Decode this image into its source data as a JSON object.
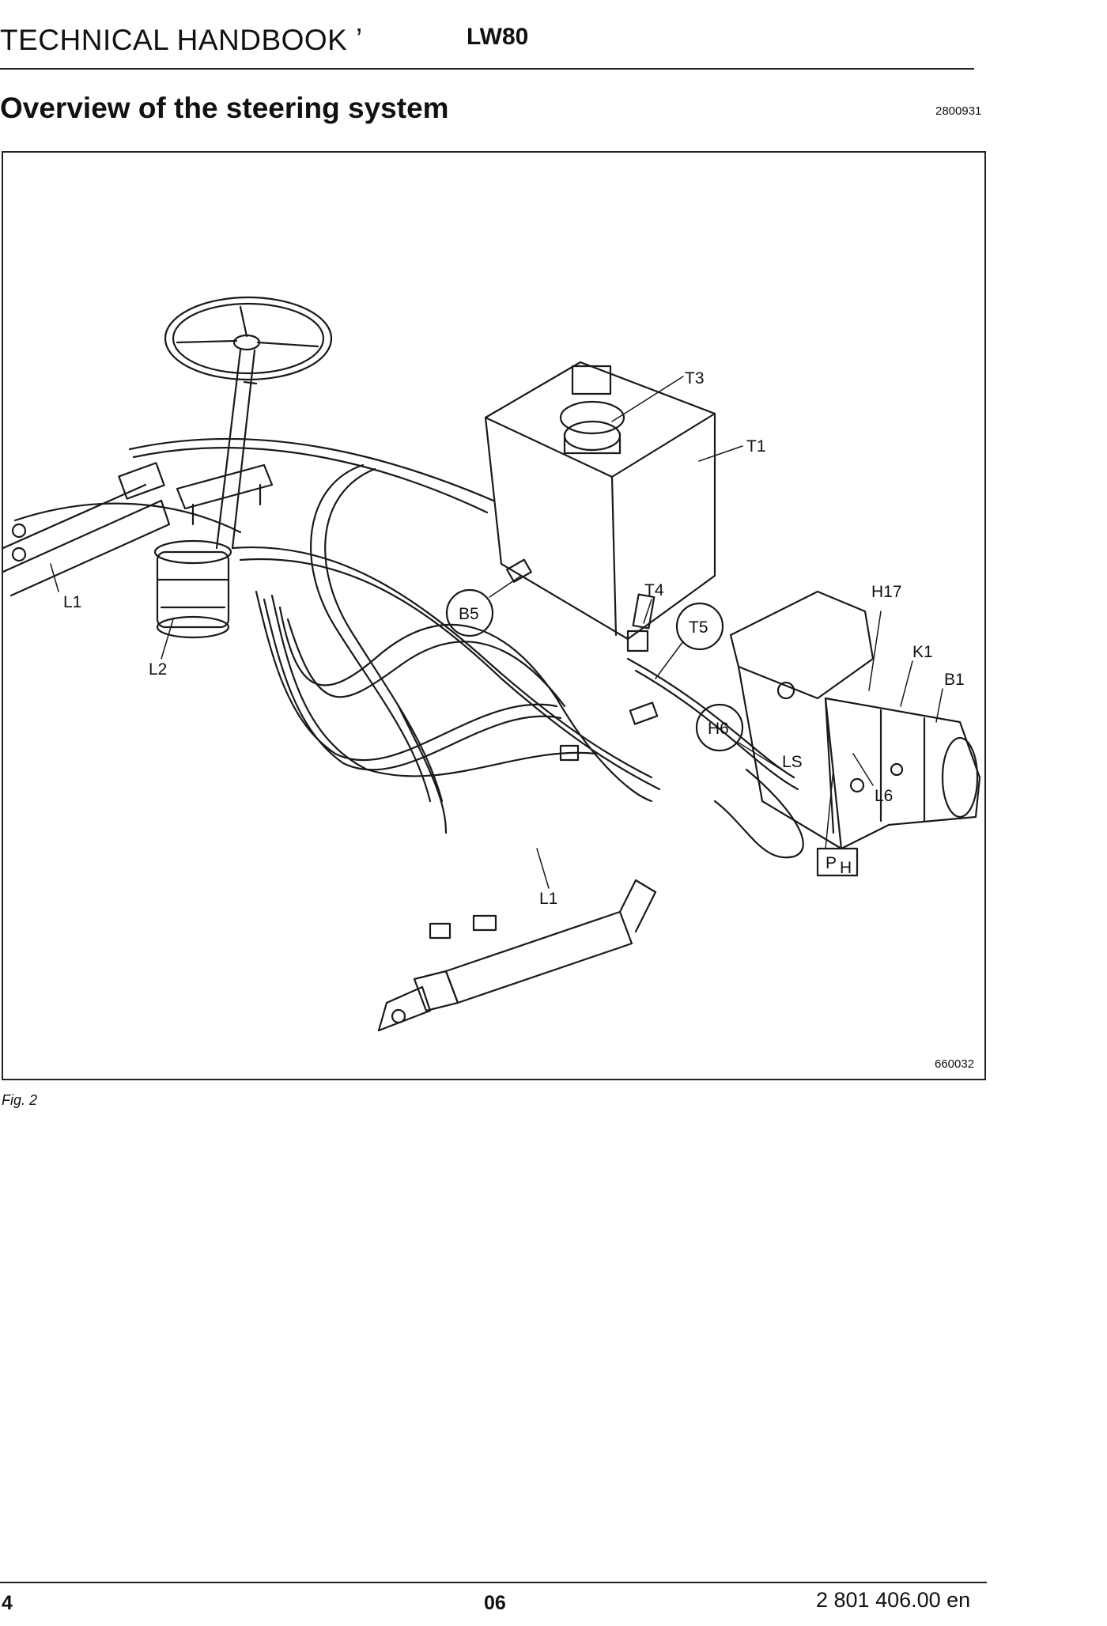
{
  "header": {
    "title": "TECHNICAL HANDBOOK ʼ",
    "model": "LW80"
  },
  "section": {
    "title": "Overview of the steering system",
    "doc_code": "2800931"
  },
  "figure": {
    "id": "660032",
    "caption": "Fig. 2",
    "labels": {
      "T3": "T3",
      "T1": "T1",
      "T4": "T4",
      "T5": "T5",
      "B5": "B5",
      "H17": "H17",
      "K1": "K1",
      "B1": "B1",
      "H6": "H6",
      "LS": "LS",
      "L6": "L6",
      "PH": "P",
      "PH_sub": "H",
      "L1_left": "L1",
      "L2": "L2",
      "L1_bottom": "L1"
    }
  },
  "footer": {
    "page": "4",
    "revision": "06",
    "doc_number": "2 801 406.00 en"
  }
}
